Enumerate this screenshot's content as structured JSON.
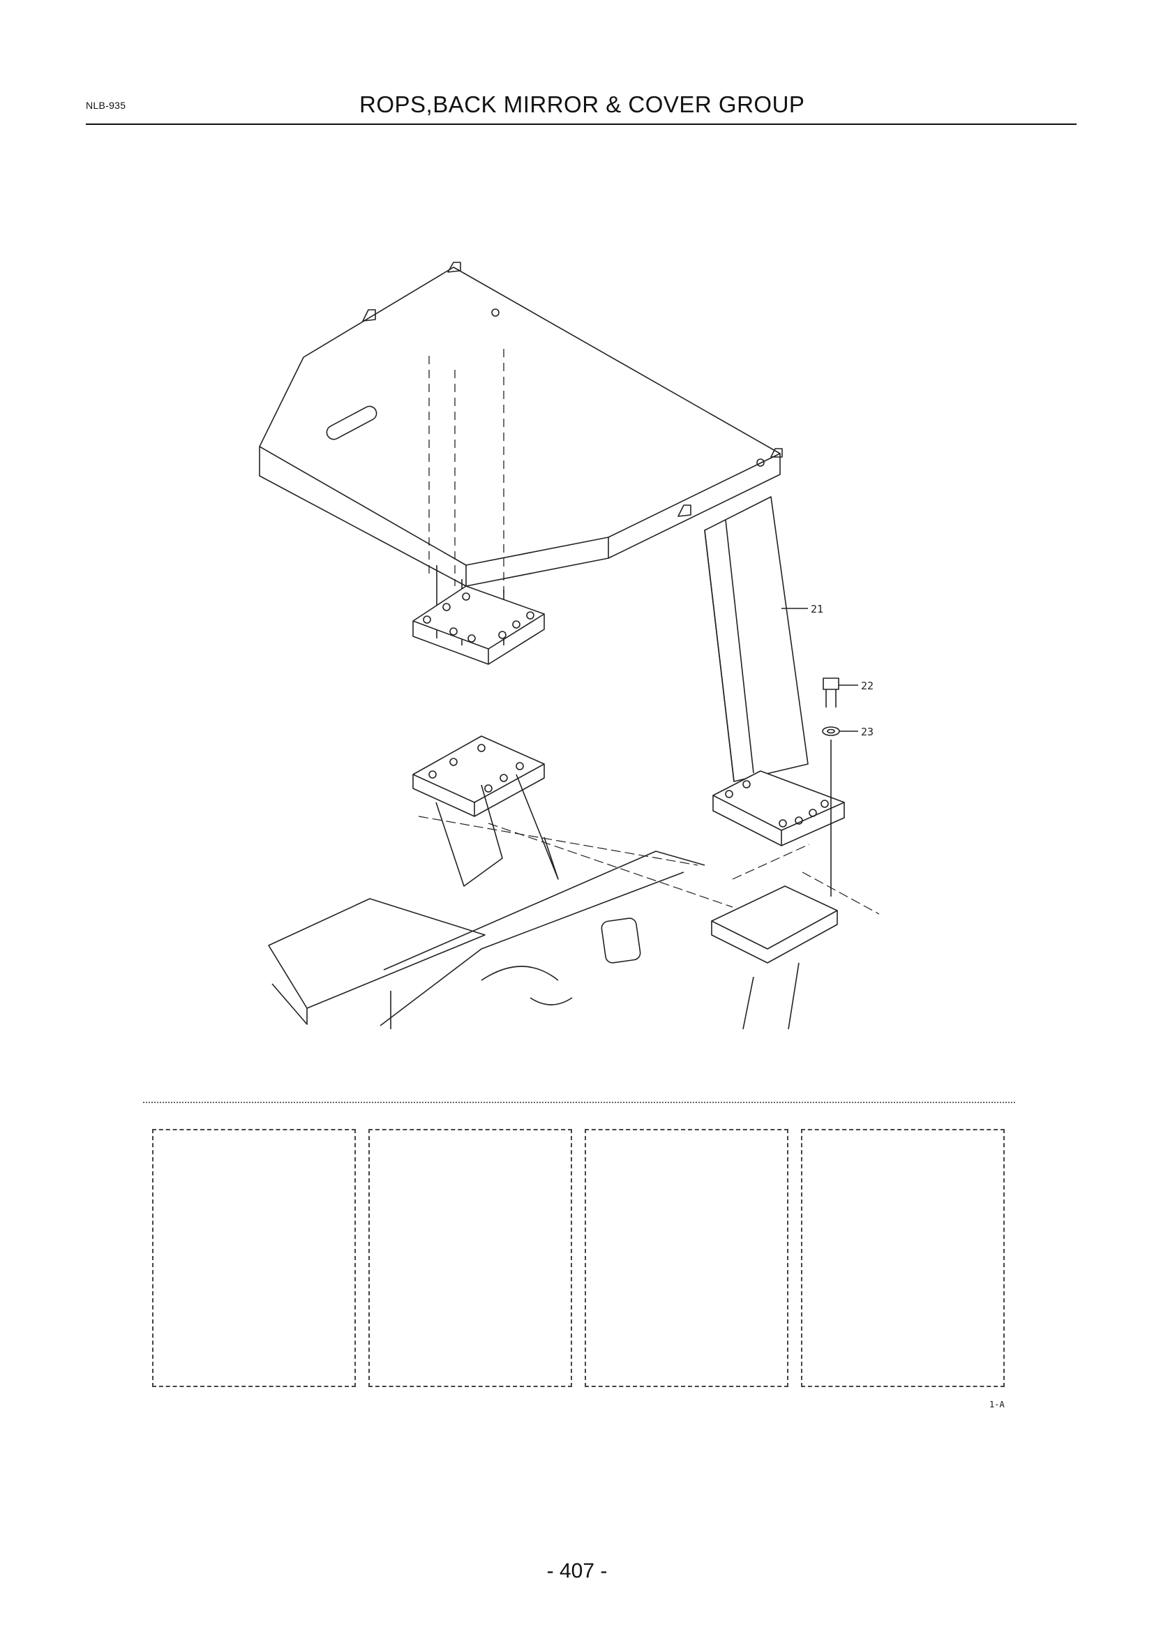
{
  "header": {
    "model_code": "NLB-935",
    "title": "ROPS,BACK MIRROR & COVER GROUP"
  },
  "callouts": [
    "21",
    "22",
    "23"
  ],
  "sheet_ref": "1-A",
  "page_number": "- 407 -"
}
